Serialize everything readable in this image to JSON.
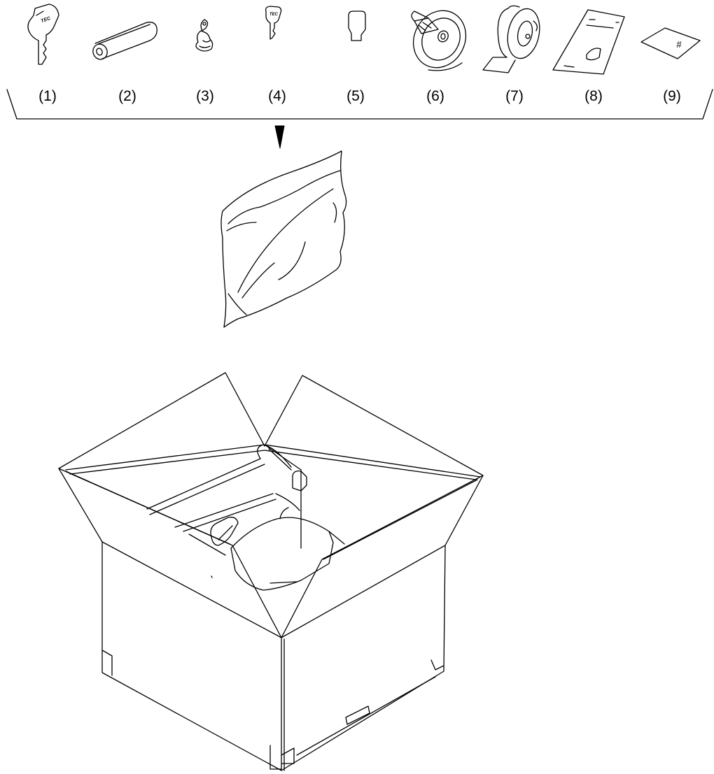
{
  "items": [
    {
      "number": "(1)",
      "icon": "large-key-icon"
    },
    {
      "number": "(2)",
      "icon": "battery-roll-icon"
    },
    {
      "number": "(3)",
      "icon": "small-part-icon"
    },
    {
      "number": "(4)",
      "icon": "small-key-icon"
    },
    {
      "number": "(5)",
      "icon": "cap-icon"
    },
    {
      "number": "(6)",
      "icon": "spool-icon"
    },
    {
      "number": "(7)",
      "icon": "paper-roll-icon"
    },
    {
      "number": "(8)",
      "icon": "manual-sheet-icon"
    },
    {
      "number": "(9)",
      "icon": "card-icon"
    }
  ],
  "stamps": {
    "key_logo": "TEC",
    "card_symbol": "#"
  },
  "colors": {
    "line": "#000000",
    "background": "#ffffff"
  }
}
